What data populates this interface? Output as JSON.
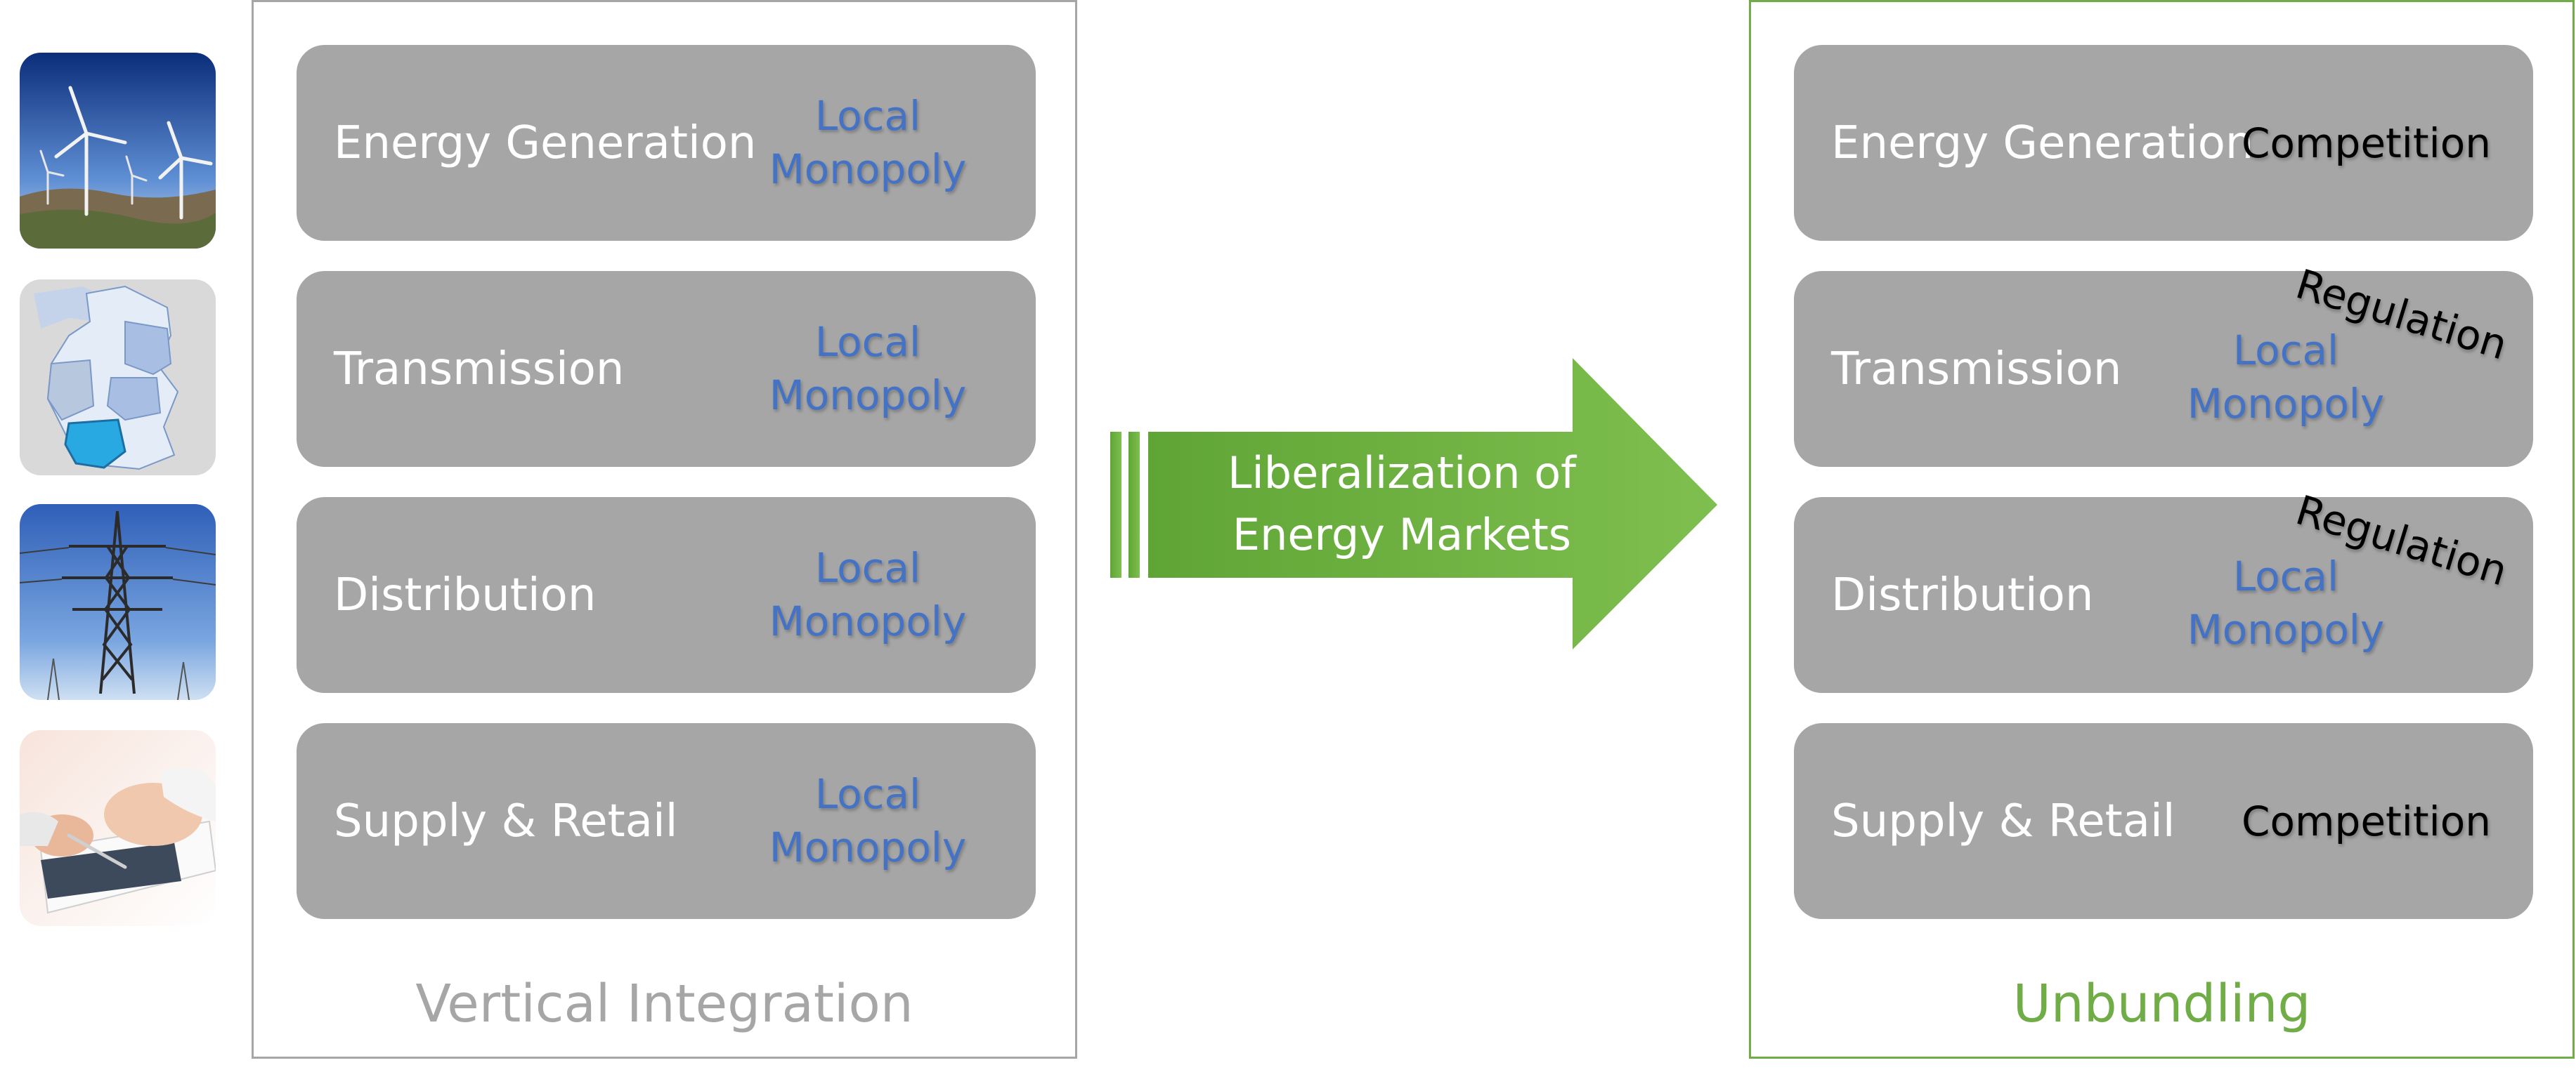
{
  "thumbnails": [
    {
      "icon": "wind-turbines-photo"
    },
    {
      "icon": "germany-map"
    },
    {
      "icon": "power-pylon-photo"
    },
    {
      "icon": "business-contract-photo"
    }
  ],
  "left_panel": {
    "caption": "Vertical Integration",
    "stages": [
      {
        "label": "Energy Generation",
        "market_line1": "Local",
        "market_line2": "Monopoly"
      },
      {
        "label": "Transmission",
        "market_line1": "Local",
        "market_line2": "Monopoly"
      },
      {
        "label": "Distribution",
        "market_line1": "Local",
        "market_line2": "Monopoly"
      },
      {
        "label": "Supply & Retail",
        "market_line1": "Local",
        "market_line2": "Monopoly"
      }
    ]
  },
  "arrow": {
    "line1": "Liberalization of",
    "line2": "Energy Markets"
  },
  "right_panel": {
    "caption": "Unbundling",
    "stages": [
      {
        "label": "Energy Generation",
        "competition": "Competition"
      },
      {
        "label": "Transmission",
        "regulation": "Regulation",
        "market_line1": "Local",
        "market_line2": "Monopoly"
      },
      {
        "label": "Distribution",
        "regulation": "Regulation",
        "market_line1": "Local",
        "market_line2": "Monopoly"
      },
      {
        "label": "Supply & Retail",
        "competition": "Competition"
      }
    ]
  },
  "colors": {
    "box_gray": "#a6a6a6",
    "monopoly_blue": "#4472c4",
    "accent_green": "#70ad47",
    "white": "#ffffff"
  }
}
